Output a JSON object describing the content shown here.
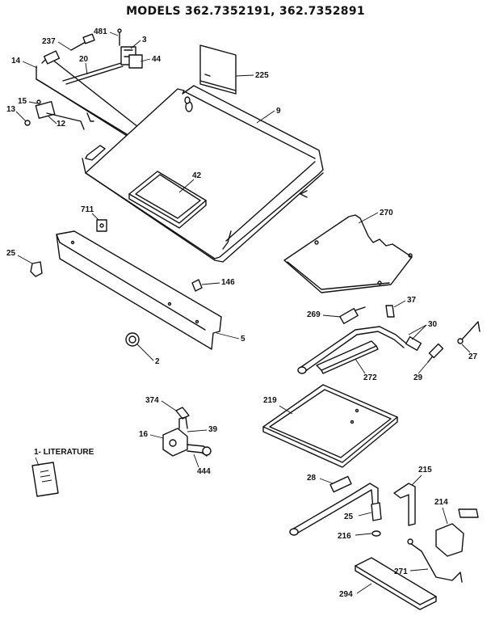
{
  "title": "MODELS 362.7352191, 362.7352891",
  "literature_label": "1- LITERATURE",
  "parts": [
    {
      "id": "p237",
      "label": "237"
    },
    {
      "id": "p481",
      "label": "481"
    },
    {
      "id": "p3",
      "label": "3"
    },
    {
      "id": "p44",
      "label": "44"
    },
    {
      "id": "p14",
      "label": "14"
    },
    {
      "id": "p20",
      "label": "20"
    },
    {
      "id": "p225",
      "label": "225"
    },
    {
      "id": "p15",
      "label": "15"
    },
    {
      "id": "p13",
      "label": "13"
    },
    {
      "id": "p12",
      "label": "12"
    },
    {
      "id": "p9",
      "label": "9"
    },
    {
      "id": "p42",
      "label": "42"
    },
    {
      "id": "p711",
      "label": "711"
    },
    {
      "id": "p270",
      "label": "270"
    },
    {
      "id": "p25a",
      "label": "25"
    },
    {
      "id": "p146",
      "label": "146"
    },
    {
      "id": "p269",
      "label": "269"
    },
    {
      "id": "p37",
      "label": "37"
    },
    {
      "id": "p30",
      "label": "30"
    },
    {
      "id": "p5",
      "label": "5"
    },
    {
      "id": "p27",
      "label": "27"
    },
    {
      "id": "p2",
      "label": "2"
    },
    {
      "id": "p272",
      "label": "272"
    },
    {
      "id": "p29",
      "label": "29"
    },
    {
      "id": "p374",
      "label": "374"
    },
    {
      "id": "p219",
      "label": "219"
    },
    {
      "id": "p39",
      "label": "39"
    },
    {
      "id": "p16",
      "label": "16"
    },
    {
      "id": "p444",
      "label": "444"
    },
    {
      "id": "p215",
      "label": "215"
    },
    {
      "id": "p28",
      "label": "28"
    },
    {
      "id": "p214",
      "label": "214"
    },
    {
      "id": "p25b",
      "label": "25"
    },
    {
      "id": "p216",
      "label": "216"
    },
    {
      "id": "p271",
      "label": "271"
    },
    {
      "id": "p294",
      "label": "294"
    }
  ]
}
